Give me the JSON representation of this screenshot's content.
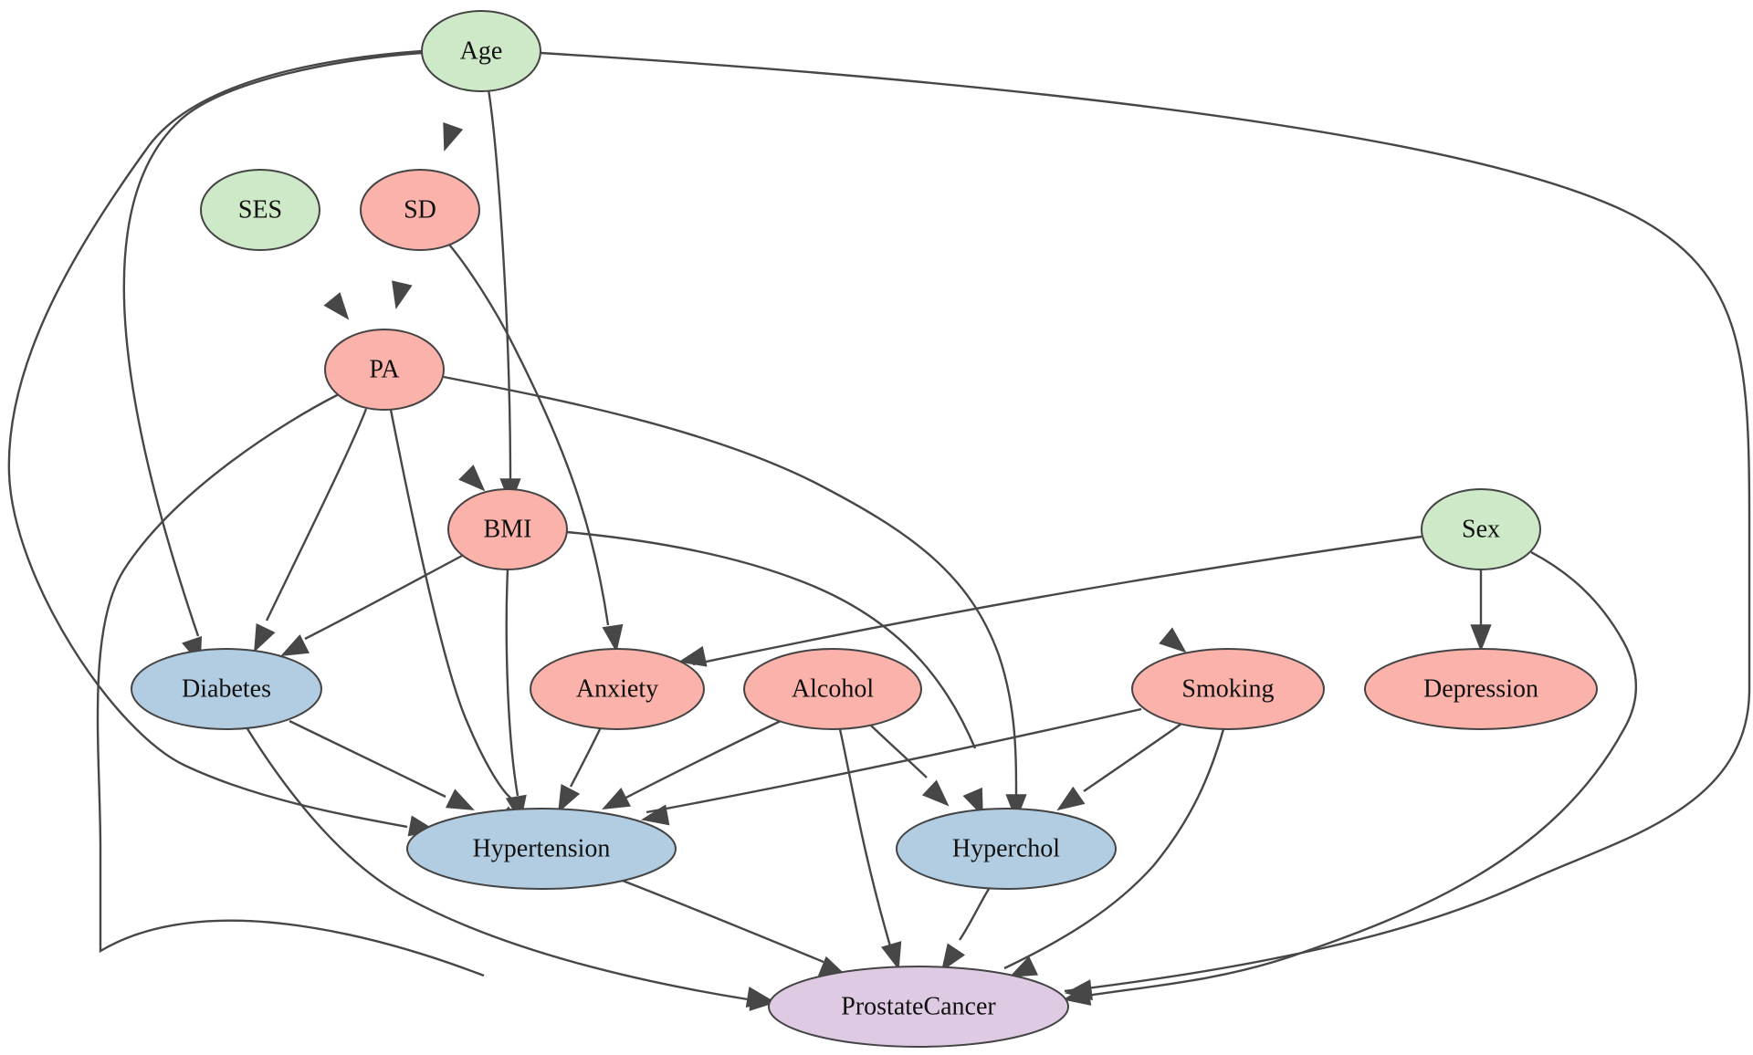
{
  "diagram": {
    "type": "directed-graph",
    "colors": {
      "green": "#cde9c7",
      "red": "#fab2ab",
      "blue": "#b2cde1",
      "purple": "#decbe3",
      "edge": "#474747",
      "outline": "#444444"
    },
    "nodes": [
      {
        "id": "Age",
        "label": "Age",
        "group": "green"
      },
      {
        "id": "SES",
        "label": "SES",
        "group": "green"
      },
      {
        "id": "SD",
        "label": "SD",
        "group": "red"
      },
      {
        "id": "PA",
        "label": "PA",
        "group": "red"
      },
      {
        "id": "BMI",
        "label": "BMI",
        "group": "red"
      },
      {
        "id": "Sex",
        "label": "Sex",
        "group": "green"
      },
      {
        "id": "Diabetes",
        "label": "Diabetes",
        "group": "blue"
      },
      {
        "id": "Anxiety",
        "label": "Anxiety",
        "group": "red"
      },
      {
        "id": "Alcohol",
        "label": "Alcohol",
        "group": "red"
      },
      {
        "id": "Smoking",
        "label": "Smoking",
        "group": "red"
      },
      {
        "id": "Depression",
        "label": "Depression",
        "group": "red"
      },
      {
        "id": "Hypertension",
        "label": "Hypertension",
        "group": "blue"
      },
      {
        "id": "Hyperchol",
        "label": "Hyperchol",
        "group": "blue"
      },
      {
        "id": "ProstateCancer",
        "label": "ProstateCancer",
        "group": "purple"
      }
    ],
    "edges": [
      {
        "from": "Age",
        "to": "SD"
      },
      {
        "from": "Age",
        "to": "BMI"
      },
      {
        "from": "Age",
        "to": "Smoking"
      },
      {
        "from": "Age",
        "to": "Diabetes"
      },
      {
        "from": "Age",
        "to": "Hypertension"
      },
      {
        "from": "Age",
        "to": "ProstateCancer"
      },
      {
        "from": "SES",
        "to": "PA"
      },
      {
        "from": "SD",
        "to": "PA"
      },
      {
        "from": "SD",
        "to": "Anxiety"
      },
      {
        "from": "PA",
        "to": "BMI"
      },
      {
        "from": "PA",
        "to": "Diabetes"
      },
      {
        "from": "PA",
        "to": "Hypertension"
      },
      {
        "from": "PA",
        "to": "Hyperchol"
      },
      {
        "from": "PA",
        "to": "ProstateCancer"
      },
      {
        "from": "BMI",
        "to": "Diabetes"
      },
      {
        "from": "BMI",
        "to": "Hypertension"
      },
      {
        "from": "BMI",
        "to": "Hyperchol"
      },
      {
        "from": "Sex",
        "to": "Anxiety"
      },
      {
        "from": "Sex",
        "to": "Depression"
      },
      {
        "from": "Sex",
        "to": "ProstateCancer"
      },
      {
        "from": "Diabetes",
        "to": "Hypertension"
      },
      {
        "from": "Diabetes",
        "to": "ProstateCancer"
      },
      {
        "from": "Anxiety",
        "to": "Hypertension"
      },
      {
        "from": "Alcohol",
        "to": "Hypertension"
      },
      {
        "from": "Alcohol",
        "to": "Hyperchol"
      },
      {
        "from": "Alcohol",
        "to": "ProstateCancer"
      },
      {
        "from": "Smoking",
        "to": "Hypertension"
      },
      {
        "from": "Smoking",
        "to": "Hyperchol"
      },
      {
        "from": "Smoking",
        "to": "ProstateCancer"
      },
      {
        "from": "Hypertension",
        "to": "ProstateCancer"
      },
      {
        "from": "Hyperchol",
        "to": "ProstateCancer"
      }
    ]
  }
}
